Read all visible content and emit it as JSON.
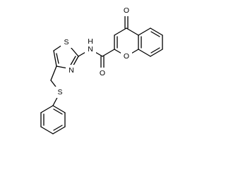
{
  "structure": {
    "atom_labels": {
      "thiazole_s": "S",
      "thiazole_n": "N",
      "amide_nh": "N",
      "amide_h": "H",
      "amide_o": "O",
      "ketone_o": "O",
      "pyran_o": "O",
      "thioether_s": "S"
    }
  }
}
